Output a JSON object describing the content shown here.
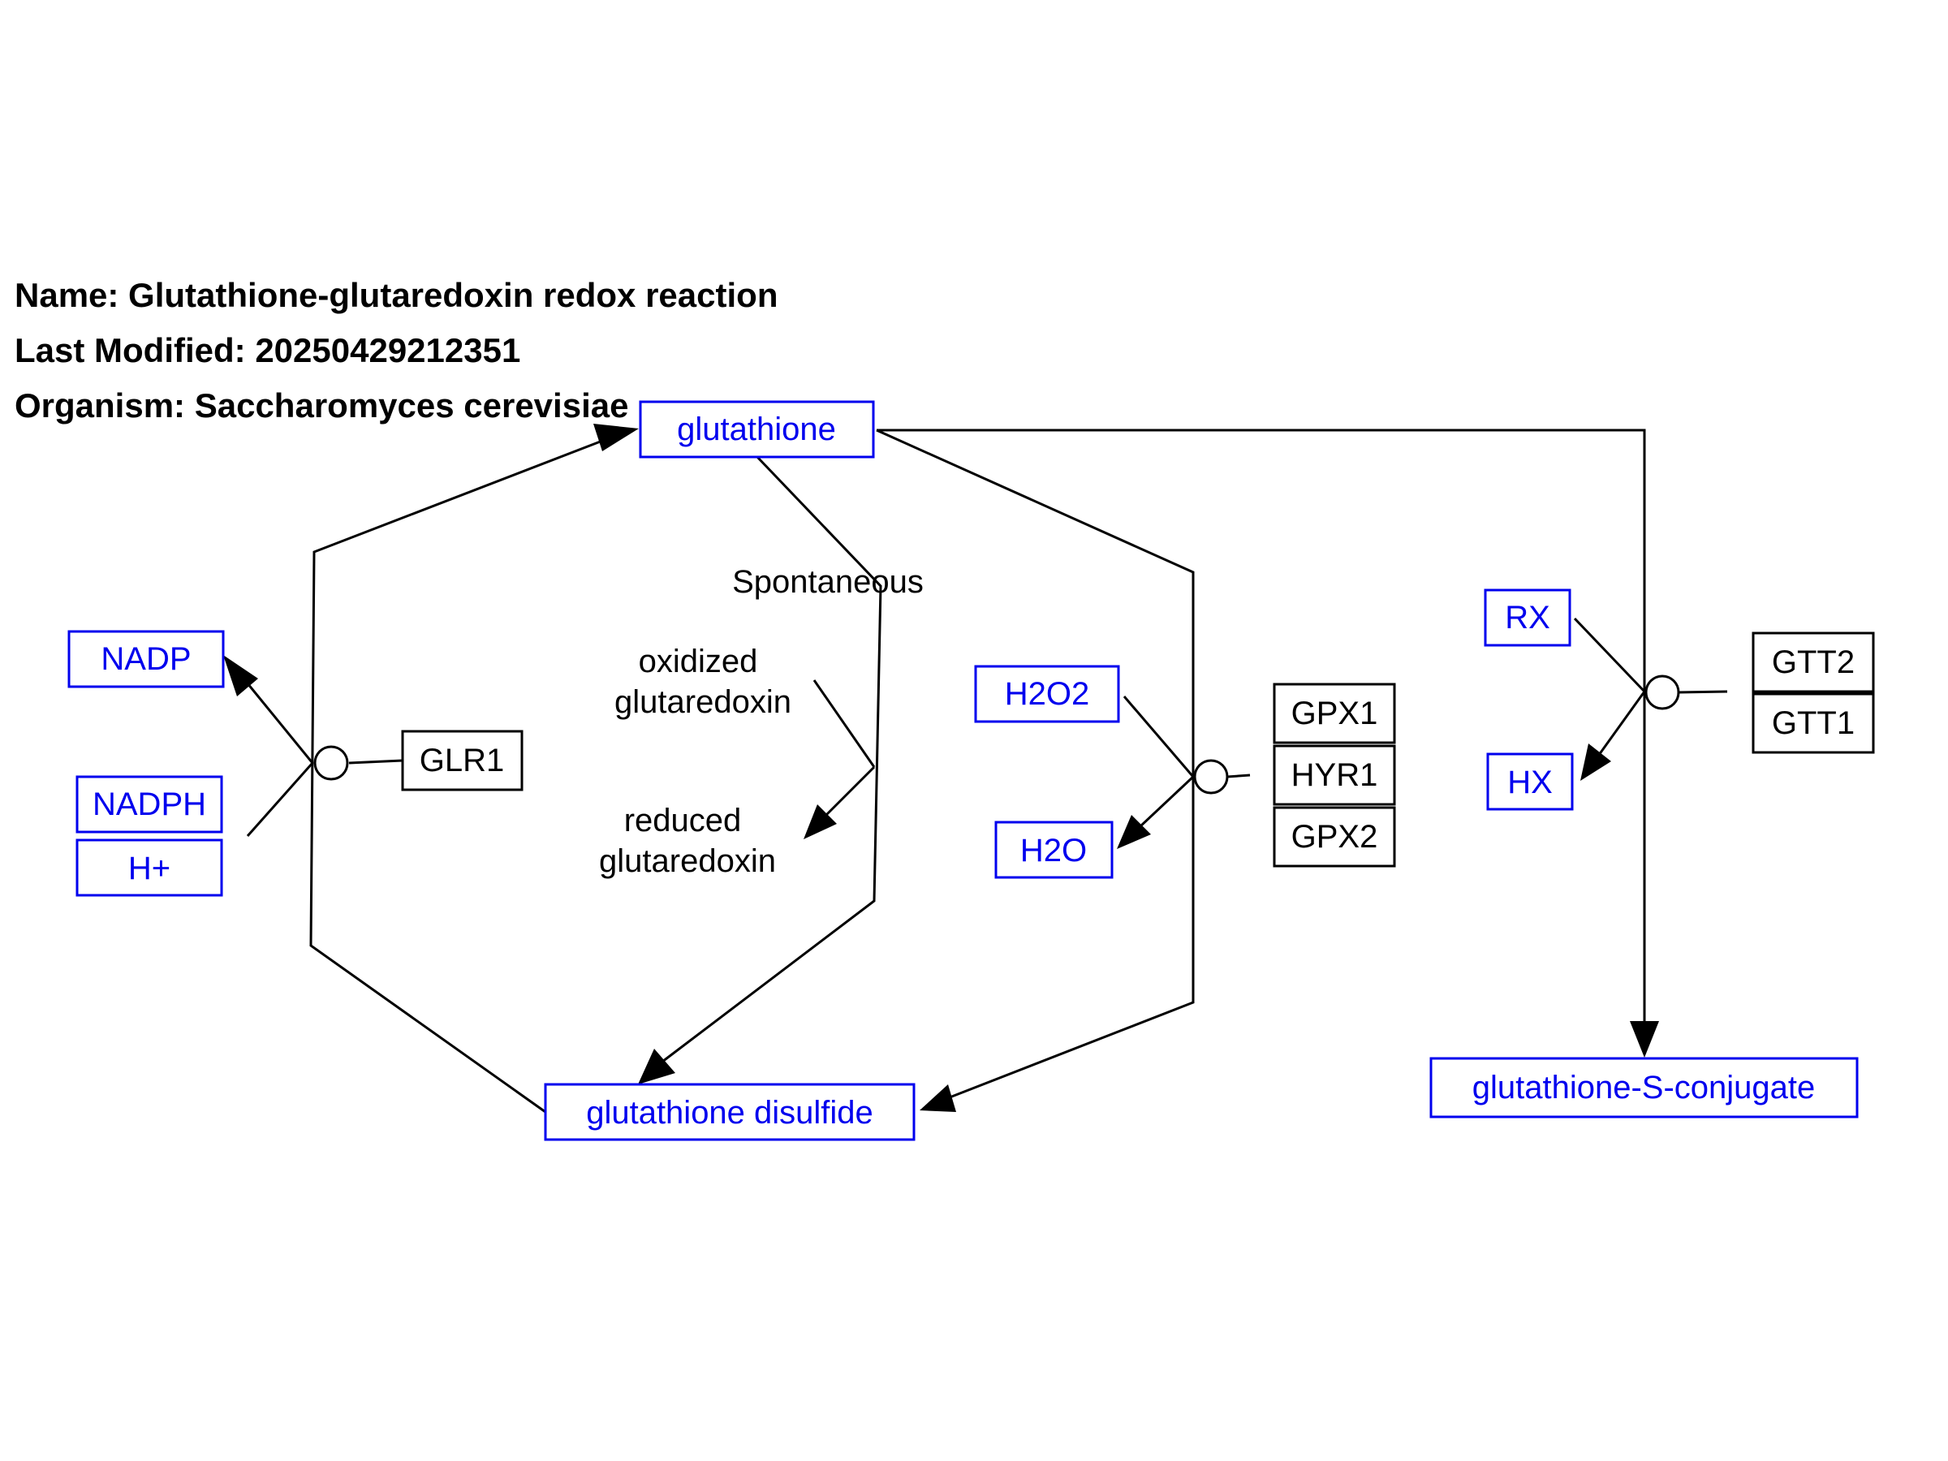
{
  "header": {
    "name": "Name: Glutathione-glutaredoxin redox reaction",
    "last_modified": "Last Modified: 20250429212351",
    "organism": "Organism: Saccharomyces cerevisiae"
  },
  "metabolites": {
    "glutathione": "glutathione",
    "glutathione_disulfide": "glutathione disulfide",
    "nadp": "NADP",
    "nadph": "NADPH",
    "h_plus": "H+",
    "h2o2": "H2O2",
    "h2o": "H2O",
    "rx": "RX",
    "hx": "HX",
    "glutathione_s_conjugate": "glutathione-S-conjugate"
  },
  "genes": {
    "glr1": "GLR1",
    "gpx1": "GPX1",
    "hyr1": "HYR1",
    "gpx2": "GPX2",
    "gtt2": "GTT2",
    "gtt1": "GTT1"
  },
  "labels": {
    "spontaneous": "Spontaneous",
    "oxidized_line1": "oxidized",
    "oxidized_line2": "glutaredoxin",
    "reduced_line1": "reduced",
    "reduced_line2": "glutaredoxin"
  },
  "colors": {
    "metabolite": "#0000ee",
    "gene": "#000000",
    "edge": "#000000"
  }
}
